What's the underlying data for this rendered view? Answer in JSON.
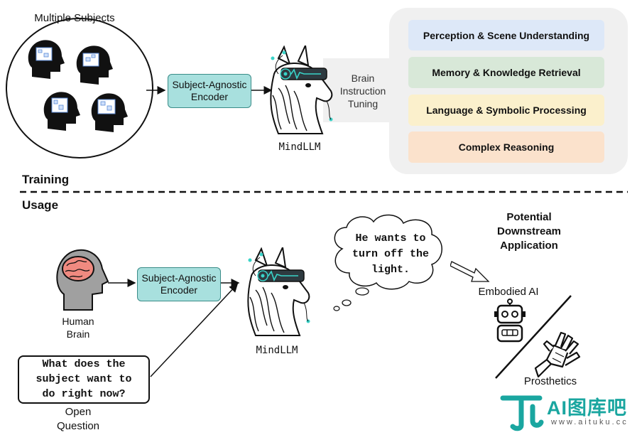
{
  "training": {
    "section_label": "Training",
    "multiple_subjects_label": "Multiple Subjects",
    "encoder_label_line1": "Subject-Agnostic",
    "encoder_label_line2": "Encoder",
    "model_label": "MindLLM",
    "tuning_line1": "Brain",
    "tuning_line2": "Instruction",
    "tuning_line3": "Tuning",
    "capabilities": [
      {
        "label": "Perception & Scene Understanding",
        "color": "#dde8f8"
      },
      {
        "label": "Memory & Knowledge Retrieval",
        "color": "#d8e8d8"
      },
      {
        "label": "Language & Symbolic Processing",
        "color": "#fbf0cc"
      },
      {
        "label": "Complex Reasoning",
        "color": "#fbe2cc"
      }
    ]
  },
  "usage": {
    "section_label": "Usage",
    "human_brain_line1": "Human",
    "human_brain_line2": "Brain",
    "encoder_label_line1": "Subject-Agnostic",
    "encoder_label_line2": "Encoder",
    "model_label": "MindLLM",
    "question_line1": "What does the",
    "question_line2": "subject want to",
    "question_line3": "do right now?",
    "open_question_line1": "Open",
    "open_question_line2": "Question",
    "thought_line1": "He wants to",
    "thought_line2": "turn off the",
    "thought_line3": "light.",
    "downstream_line1": "Potential",
    "downstream_line2": "Downstream",
    "downstream_line3": "Application",
    "embodied_ai_label": "Embodied AI",
    "prosthetics_label": "Prosthetics"
  },
  "watermark": {
    "brand": "AI图库吧",
    "url": "www.aituku.cc"
  },
  "colors": {
    "encoder_fill": "#a8e0de",
    "panel_fill": "#f0f0f0",
    "brain_pink": "#f08a80"
  }
}
